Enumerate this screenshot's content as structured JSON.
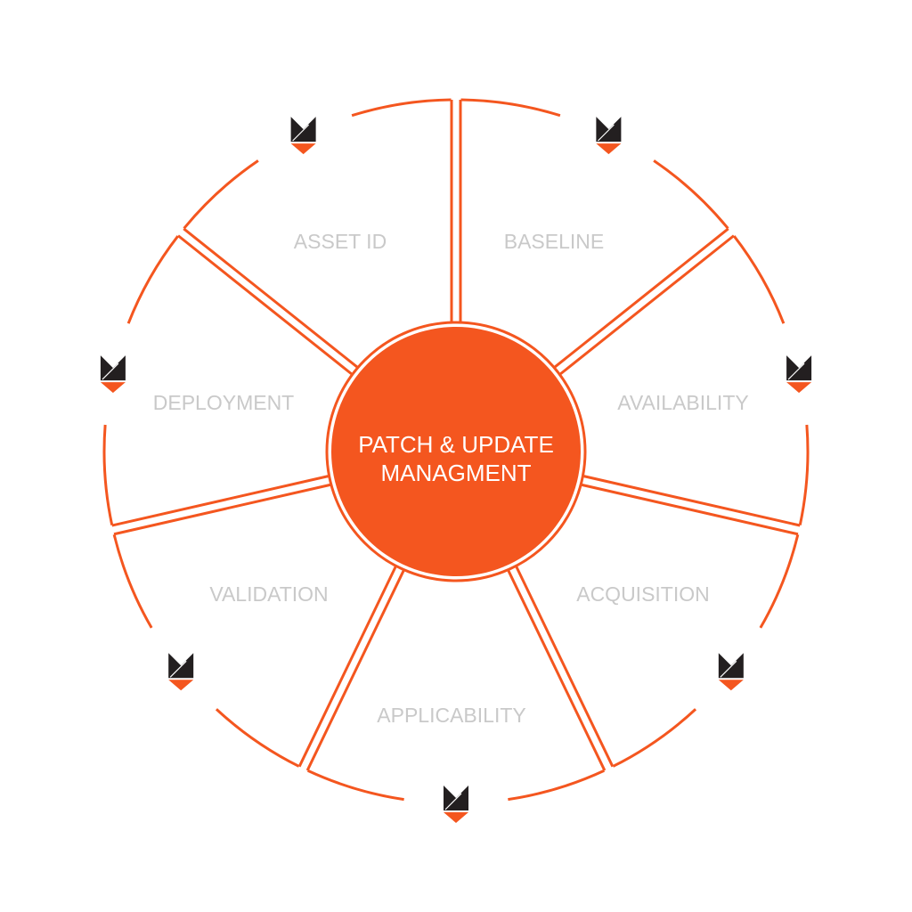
{
  "center": {
    "line1": "PATCH & UPDATE",
    "line2": "MANAGMENT"
  },
  "segments": [
    {
      "label": "ASSET ID"
    },
    {
      "label": "BASELINE"
    },
    {
      "label": "AVAILABILITY"
    },
    {
      "label": "ACQUISITION"
    },
    {
      "label": "APPLICABILITY"
    },
    {
      "label": "VALIDATION"
    },
    {
      "label": "DEPLOYMENT"
    }
  ],
  "colors": {
    "accent": "#f4561f",
    "icon_dark": "#231f20",
    "label": "#c9c9c9"
  },
  "icons": "fox-logo-icon"
}
